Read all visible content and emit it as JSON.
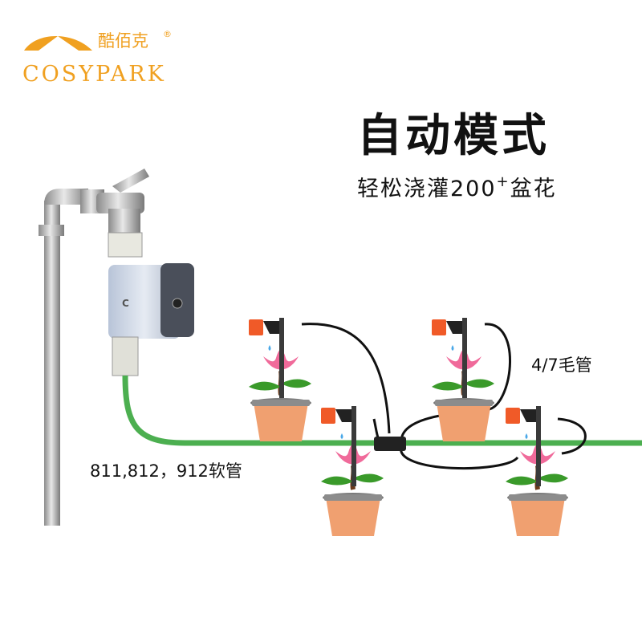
{
  "logo": {
    "brand_cn": "酷佰克",
    "registered": "®",
    "brand_en": "COSYPARK"
  },
  "headline": {
    "title": "自动模式",
    "subtitle": "轻松浇灌200",
    "subtitle_sup": "+",
    "subtitle_end": "盆花"
  },
  "labels": {
    "capillary_tube": "4/7毛管",
    "hose": "811,812，912软管"
  },
  "colors": {
    "brand": "#f0a020",
    "hose": "#4caf50",
    "pot": "#f0a070",
    "flower": "#f06a9a",
    "dripper": "#f05a28"
  }
}
